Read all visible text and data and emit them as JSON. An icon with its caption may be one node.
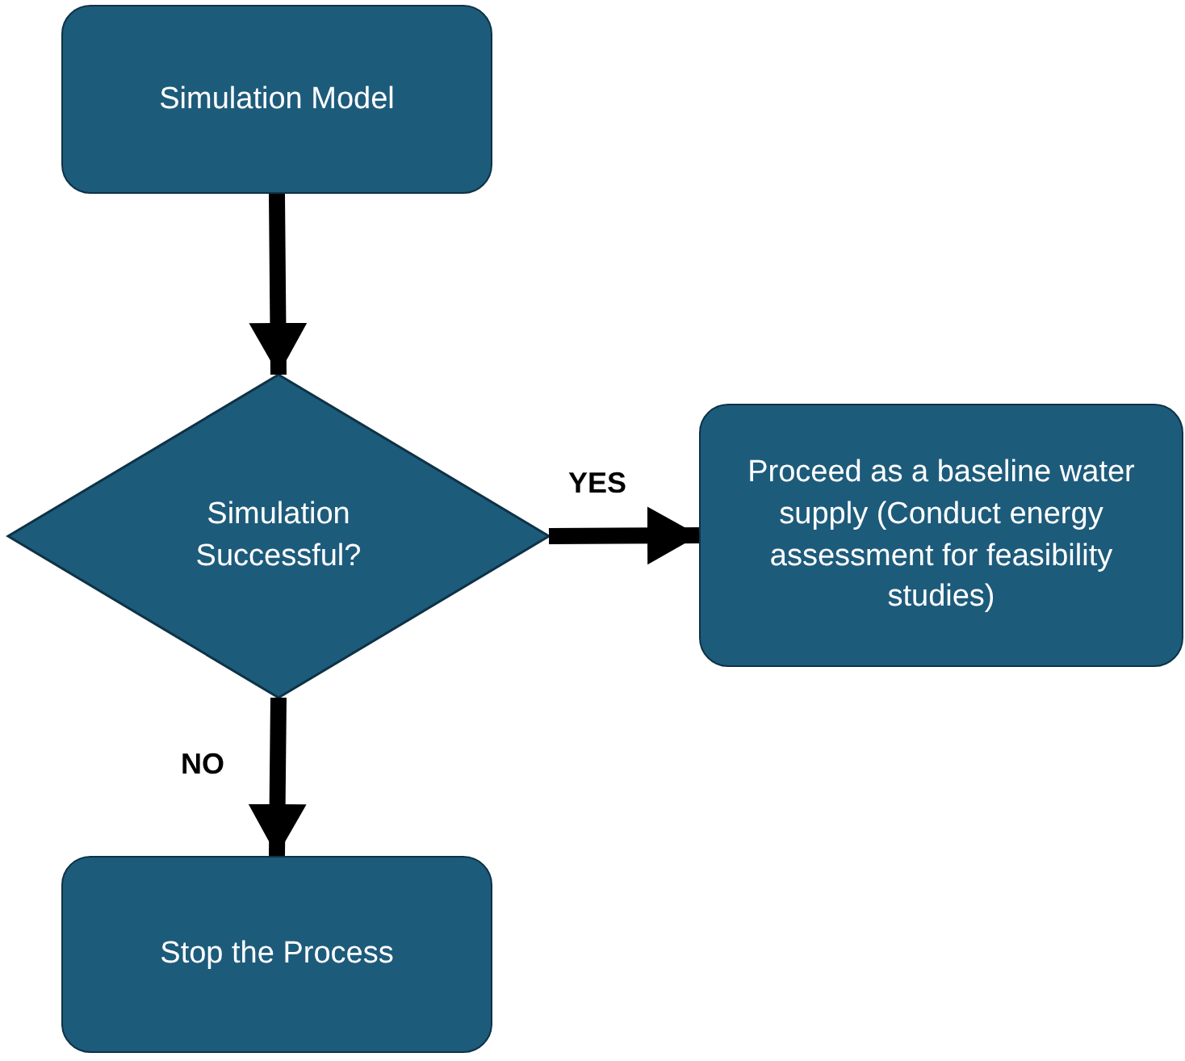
{
  "diagram": {
    "nodes": [
      {
        "text": [
          "Simulation Model"
        ]
      },
      {
        "text": [
          "Simulation Successful?"
        ]
      },
      {
        "text": [
          "Proceed as a baseline water supply (Conduct energy assessment for feasibility studies)"
        ]
      },
      {
        "text": [
          "Stop the Process"
        ]
      }
    ],
    "edges": [
      {
        "from": 0,
        "to": 1,
        "arrow": "to"
      },
      {
        "from": 1,
        "to": 2,
        "arrow": "to",
        "label": "YES"
      },
      {
        "from": 1,
        "to": 3,
        "arrow": "to",
        "label": "NO"
      }
    ]
  }
}
